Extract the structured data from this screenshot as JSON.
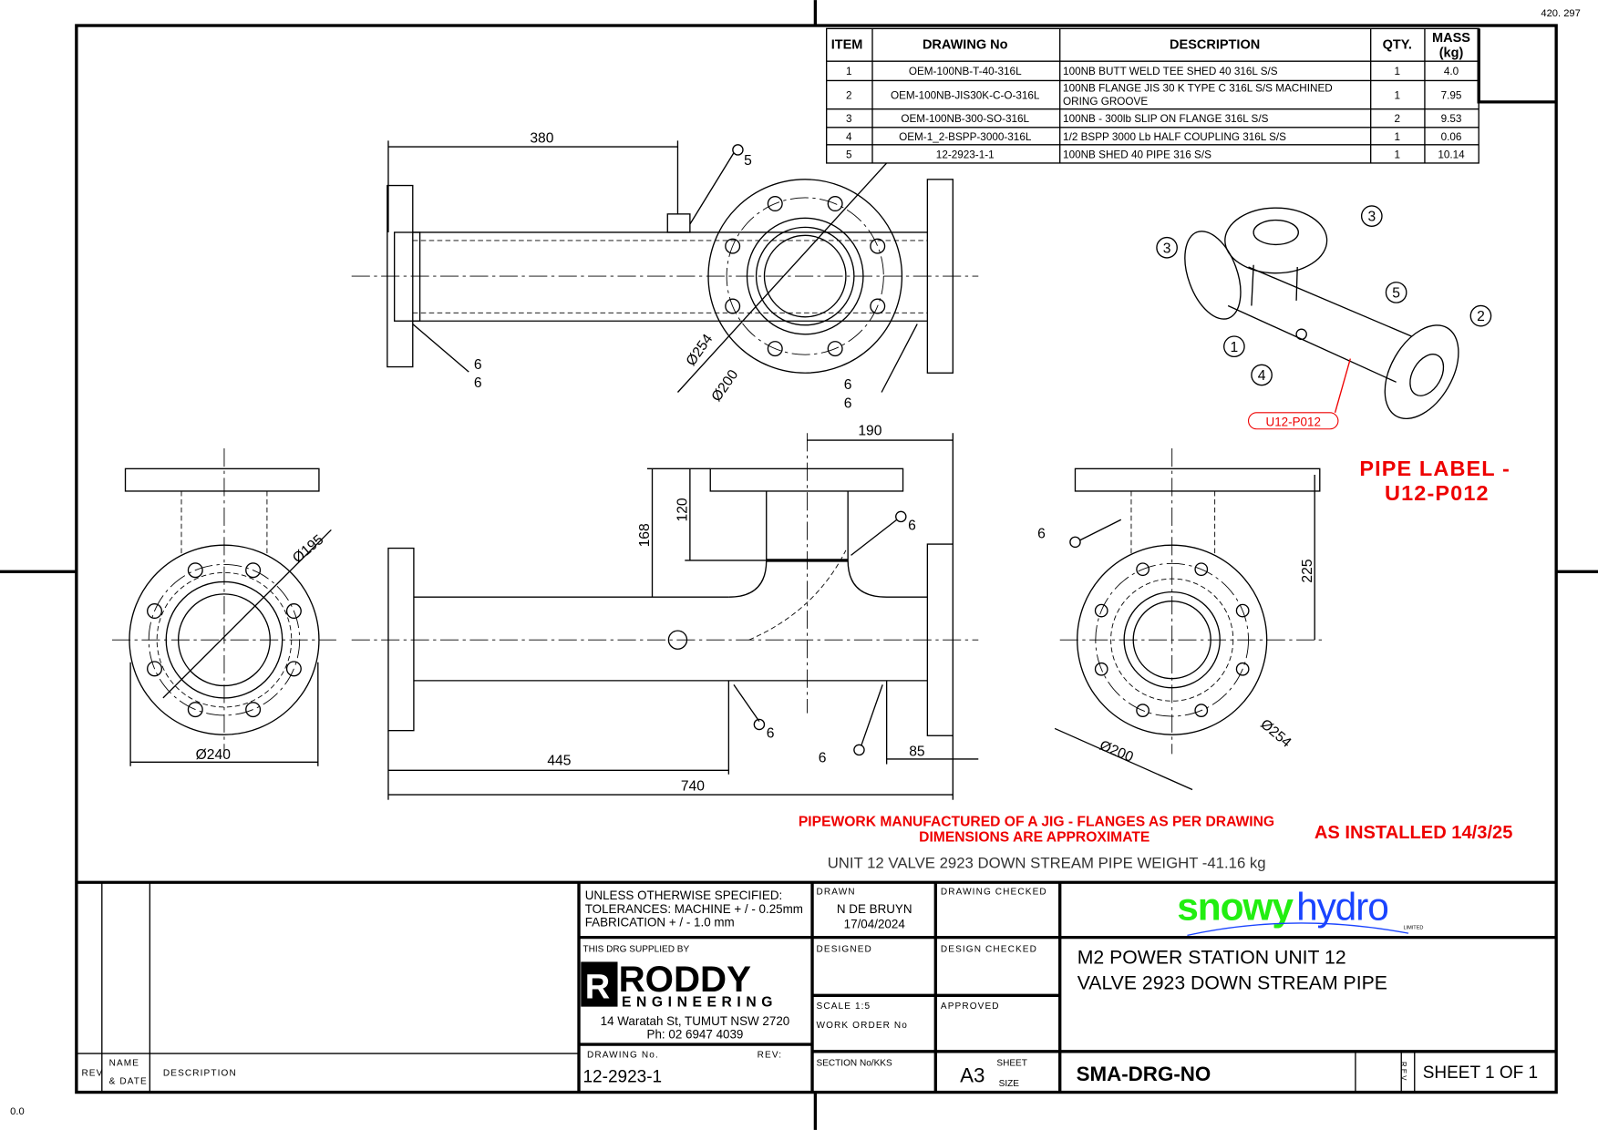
{
  "sheet": {
    "corner_top": "420. 297",
    "corner_bottom": "0.0"
  },
  "bom": {
    "headers": [
      "ITEM",
      "DRAWING No",
      "DESCRIPTION",
      "QTY.",
      "MASS",
      "(kg)"
    ],
    "rows": [
      {
        "item": "1",
        "dwg": "OEM-100NB-T-40-316L",
        "desc": "100NB  BUTT WELD TEE SHED 40 316L S/S",
        "desc2": "",
        "qty": "1",
        "mass": "4.0"
      },
      {
        "item": "2",
        "dwg": "OEM-100NB-JIS30K-C-O-316L",
        "desc": "100NB FLANGE JIS 30 K TYPE C 316L S/S MACHINED",
        "desc2": "ORING GROOVE",
        "qty": "1",
        "mass": "7.95"
      },
      {
        "item": "3",
        "dwg": "OEM-100NB-300-SO-316L",
        "desc": "100NB - 300lb SLIP ON FLANGE 316L S/S",
        "desc2": "",
        "qty": "2",
        "mass": "9.53"
      },
      {
        "item": "4",
        "dwg": "OEM-1_2-BSPP-3000-316L",
        "desc": "1/2 BSPP 3000 Lb HALF COUPLING 316L S/S",
        "desc2": "",
        "qty": "1",
        "mass": "0.06"
      },
      {
        "item": "5",
        "dwg": "12-2923-1-1",
        "desc": "100NB SHED 40 PIPE 316 S/S",
        "desc2": "",
        "qty": "1",
        "mass": "10.14"
      }
    ]
  },
  "dims": {
    "d380": "380",
    "d5": "5",
    "d6": "6",
    "dia254": "Ø254",
    "dia200": "Ø200",
    "d190": "190",
    "d168": "168",
    "d120": "120",
    "dia195": "Ø195",
    "dia240": "Ø240",
    "d445": "445",
    "d740": "740",
    "d85": "85",
    "d225": "225"
  },
  "balloons": [
    "1",
    "2",
    "3",
    "4",
    "5",
    "3"
  ],
  "pipe_tag": "U12-P012",
  "notes": {
    "pipe_label_1": "PIPE LABEL -",
    "pipe_label_2": "U12-P012",
    "jig_1": "PIPEWORK MANUFACTURED OF A JIG - FLANGES AS PER DRAWING",
    "jig_2": "DIMENSIONS ARE APPROXIMATE",
    "installed": "AS INSTALLED 14/3/25",
    "weight": "UNIT 12 VALVE 2923 DOWN STREAM PIPE  WEIGHT -41.16 kg"
  },
  "title_block": {
    "rev": "REV",
    "name1": "NAME",
    "name2": "& DATE",
    "description": "DESCRIPTION",
    "tol1": "UNLESS OTHERWISE SPECIFIED:",
    "tol2": "TOLERANCES: MACHINE + / - 0.25mm",
    "tol3": "FABRICATION + / - 1.0 mm",
    "supplied": "THIS DRG SUPPLIED BY",
    "roddy": "RODDY",
    "engineering": "ENGINEERING",
    "address": "14 Waratah St, TUMUT NSW 2720",
    "phone": "Ph: 02 6947 4039",
    "drawing_no_label": "DRAWING No.",
    "rev_label": "REV:",
    "drawing_no": "12-2923-1",
    "drawn_label": "DRAWN",
    "drawn_name": "N DE BRUYN",
    "drawn_date": "17/04/2024",
    "drawing_checked": "DRAWING CHECKED",
    "designed": "DESIGNED",
    "design_checked": "DESIGN CHECKED",
    "scale": "SCALE   1:5",
    "work_order": "WORK ORDER No",
    "approved": "APPROVED",
    "section": "SECTION No/KKS",
    "size": "A3",
    "sheet_size_1": "SHEET",
    "sheet_size_2": "SIZE",
    "logo_snowy": "snowy",
    "logo_hydro": "hydro",
    "logo_limited": "LIMITED",
    "title1": "M2 POWER STATION UNIT 12",
    "title2": "VALVE 2923 DOWN STREAM PIPE",
    "doc_no": "SMA-DRG-NO",
    "rev_v": "R E V",
    "sheet": "SHEET 1 OF 1"
  },
  "colors": {
    "snowy": "#22ee11",
    "hydro": "#1a44ff",
    "red": "#ee0000"
  }
}
